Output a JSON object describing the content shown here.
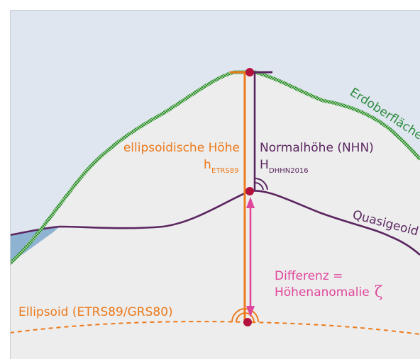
{
  "labels": {
    "earth_surface": "Erdoberfläche",
    "ellipsoidal_height": "ellipsoidische Höhe",
    "ellipsoidal_height_symbol": "h",
    "ellipsoidal_height_subscript": "ETRS89",
    "normal_height": "Normalhöhe (NHN)",
    "normal_height_symbol": "H",
    "normal_height_subscript": "DHHN2016",
    "quasigeoid": "Quasigeoid",
    "difference_line1": "Differenz =",
    "difference_line2": "Höhenanomalie",
    "difference_symbol": "ζ",
    "ellipsoid": "Ellipsoid (ETRS89/GRS80)"
  },
  "colors": {
    "sky": "#dfe6ef",
    "ground": "#ededed",
    "water": "#8eb3d2",
    "earth_surface": "#2e8b3e",
    "ellipsoid": "#ec7a1c",
    "normal": "#5b2560",
    "anomaly": "#e0479a",
    "point": "#b3123c"
  }
}
